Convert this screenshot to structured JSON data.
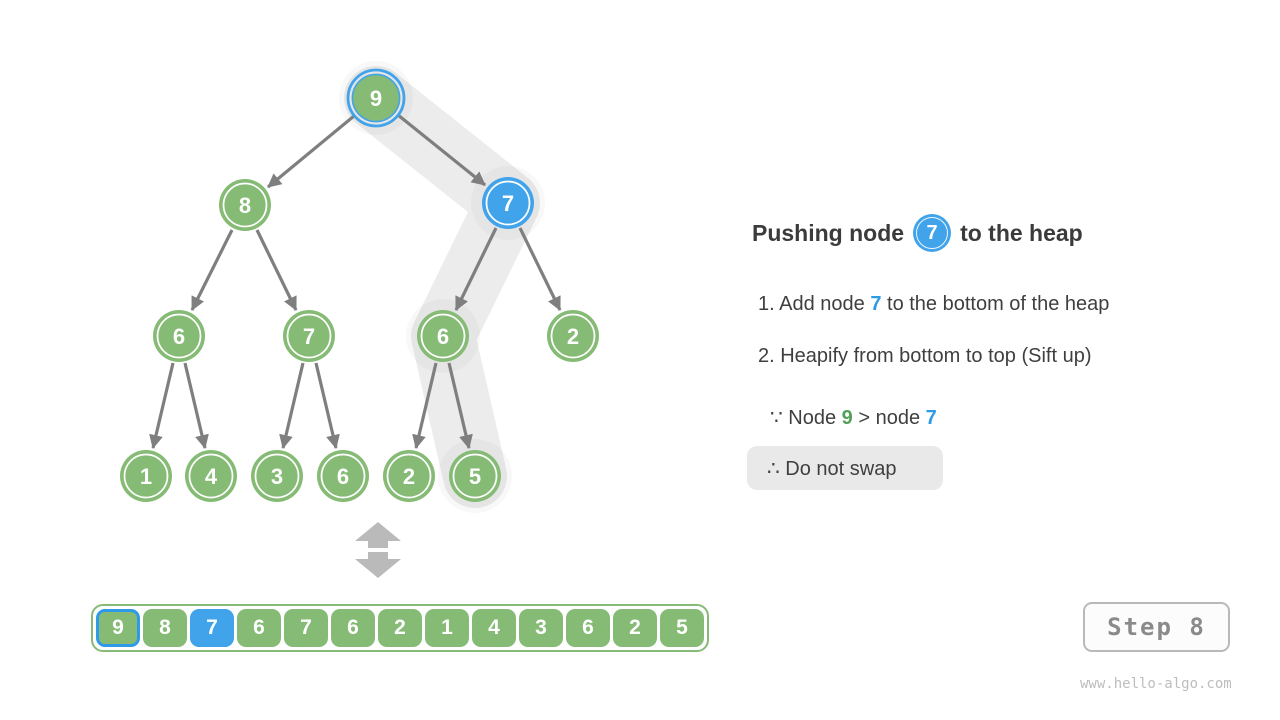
{
  "colors": {
    "node_green": "#85bb75",
    "node_blue": "#41a3ea",
    "highlight_band": "#ececec",
    "edge_gray": "#7f7f7f",
    "accent_green_text": "#53a158",
    "accent_blue_text": "#2e9be5"
  },
  "tree": {
    "nodes": [
      {
        "id": "root",
        "value": "9",
        "state": "green-blue-ring"
      },
      {
        "id": "l",
        "value": "8",
        "state": "green"
      },
      {
        "id": "r",
        "value": "7",
        "state": "blue"
      },
      {
        "id": "ll",
        "value": "6",
        "state": "green"
      },
      {
        "id": "lr",
        "value": "7",
        "state": "green"
      },
      {
        "id": "rl",
        "value": "6",
        "state": "green"
      },
      {
        "id": "rr",
        "value": "2",
        "state": "green"
      },
      {
        "id": "lll",
        "value": "1",
        "state": "green"
      },
      {
        "id": "llr",
        "value": "4",
        "state": "green"
      },
      {
        "id": "lrl",
        "value": "3",
        "state": "green"
      },
      {
        "id": "lrr",
        "value": "6",
        "state": "green"
      },
      {
        "id": "rll",
        "value": "2",
        "state": "green"
      },
      {
        "id": "rlr",
        "value": "5",
        "state": "green"
      }
    ]
  },
  "array": {
    "cells": [
      "9",
      "8",
      "7",
      "6",
      "7",
      "6",
      "2",
      "1",
      "4",
      "3",
      "6",
      "2",
      "5"
    ]
  },
  "panel": {
    "title": {
      "pre": "Pushing node",
      "badge": "7",
      "post": "to the heap"
    },
    "step1": {
      "pre": "1. Add node ",
      "num": "7",
      "post": " to the bottom of the heap"
    },
    "step2": {
      "text": "2. Heapify from bottom to top (Sift up)"
    },
    "because": {
      "pre": "∵ Node ",
      "a": "9",
      "mid": " > node ",
      "b": "7"
    },
    "conclusion": "∴ Do not swap"
  },
  "footer": {
    "step_label": "Step 8",
    "site": "www.hello-algo.com"
  }
}
